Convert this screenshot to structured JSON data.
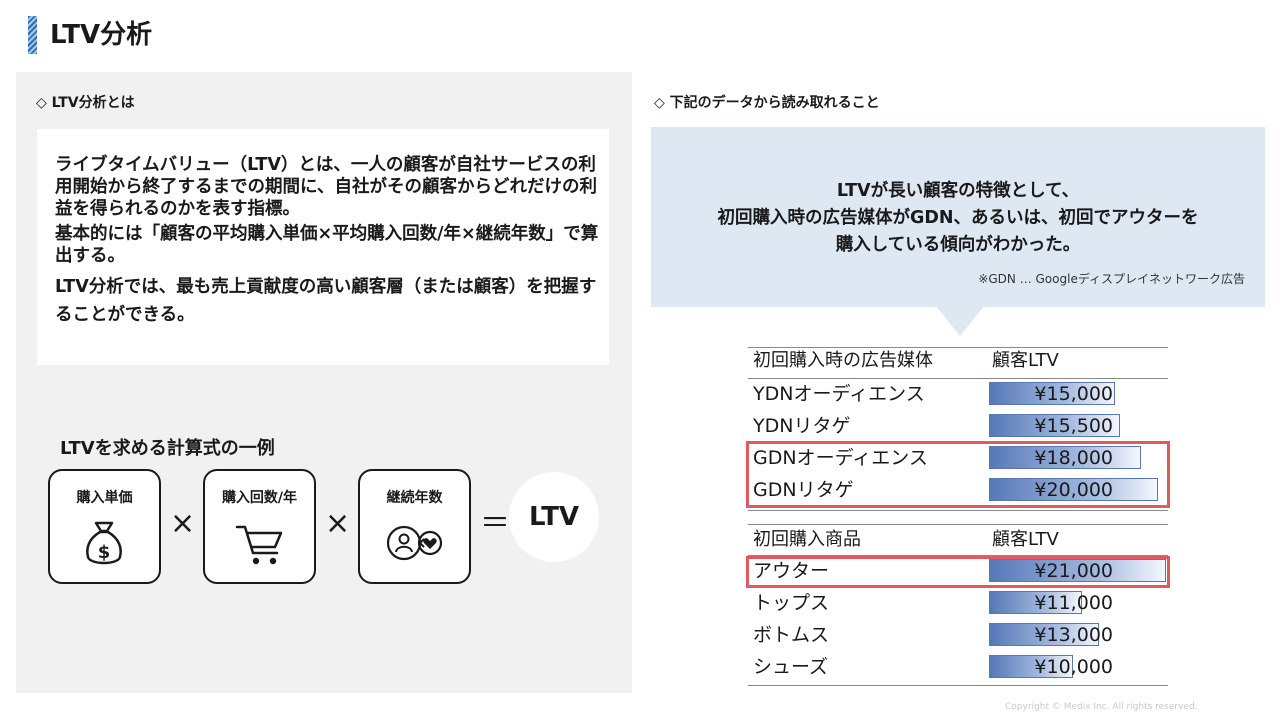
{
  "title": "LTV分析",
  "left": {
    "heading": "◇ LTV分析とは",
    "definition": [
      "ライブタイムバリュー（LTV）とは、一人の顧客が自社サービスの利用開始から終了するまでの期間に、自社がその顧客からどれだけの利益を得られるのかを表す指標。",
      "基本的には「顧客の平均購入単価×平均購入回数/年×継続年数」で算出する。",
      "LTV分析では、最も売上貢献度の高い顧客層（または顧客）を把握することができる。"
    ],
    "calc_title": "LTVを求める計算式の一例",
    "boxes": [
      {
        "label": "購入単価",
        "icon": "money-bag-icon"
      },
      {
        "label": "購入回数/年",
        "icon": "shopping-cart-icon"
      },
      {
        "label": "継続年数",
        "icon": "customer-heart-icon"
      }
    ],
    "times": "×",
    "equals": "＝",
    "result": "LTV"
  },
  "right": {
    "heading": "◇ 下記のデータから読み取れること",
    "callout_lines": [
      "LTVが長い顧客の特徴として、",
      "初回購入時の広告媒体がGDN、あるいは、初回でアウターを",
      "購入している傾向がわかった。"
    ],
    "note": "※GDN … Googleディスプレイネットワーク広告",
    "table1": {
      "col1": "初回購入時の広告媒体",
      "col2": "顧客LTV",
      "rows": [
        {
          "label": "YDNオーディエンス",
          "value": "¥15,000",
          "amount": 15000
        },
        {
          "label": "YDNリタゲ",
          "value": "¥15,500",
          "amount": 15500
        },
        {
          "label": "GDNオーディエンス",
          "value": "¥18,000",
          "amount": 18000
        },
        {
          "label": "GDNリタゲ",
          "value": "¥20,000",
          "amount": 20000
        }
      ]
    },
    "table2": {
      "col1": "初回購入商品",
      "col2": "顧客LTV",
      "rows": [
        {
          "label": "アウター",
          "value": "¥21,000",
          "amount": 21000
        },
        {
          "label": "トップス",
          "value": "¥11,000",
          "amount": 11000
        },
        {
          "label": "ボトムス",
          "value": "¥13,000",
          "amount": 13000
        },
        {
          "label": "シューズ",
          "value": "¥10,000",
          "amount": 10000
        }
      ]
    },
    "highlight_color": "#e05a5e",
    "bar_color": "#5678b8"
  },
  "copyright": "Copyright © Medix Inc. All rights reserved."
}
